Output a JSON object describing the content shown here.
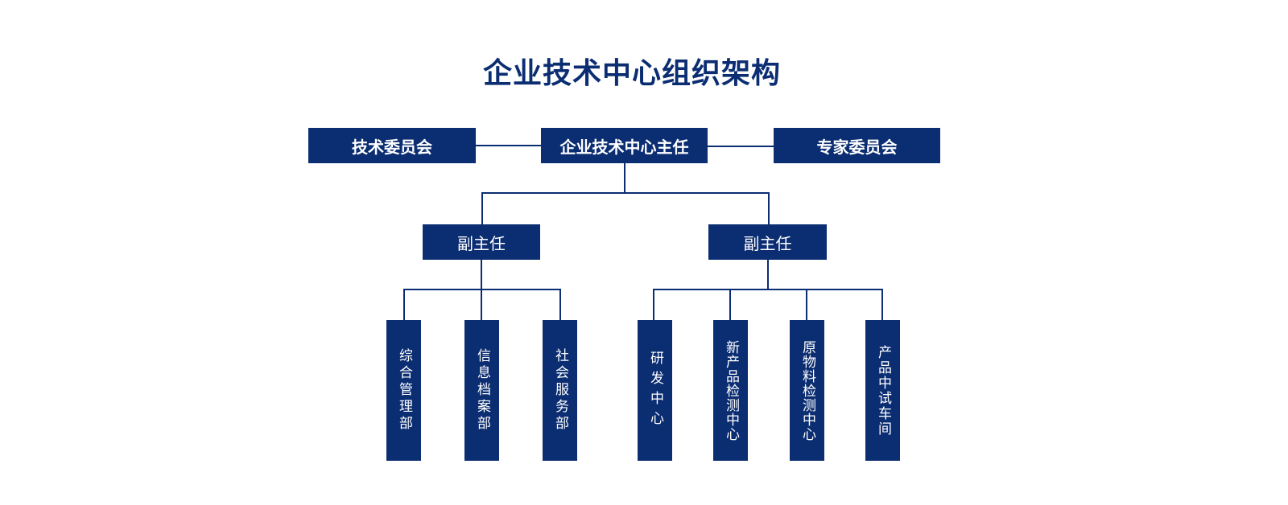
{
  "title": "企业技术中心组织架构",
  "top_row": {
    "left": "技术委员会",
    "center": "企业技术中心主任",
    "right": "专家委员会"
  },
  "deputies": {
    "left": "副主任",
    "right": "副主任"
  },
  "departments_left": [
    "综合管理部",
    "信息档案部",
    "社会服务部"
  ],
  "departments_right": [
    "研发中心",
    "新产品检测中心",
    "原物料检测中心",
    "产品中试车间"
  ],
  "colors": {
    "box": "#0b2d72",
    "line": "#0b2d72",
    "title": "#0b2d72"
  }
}
